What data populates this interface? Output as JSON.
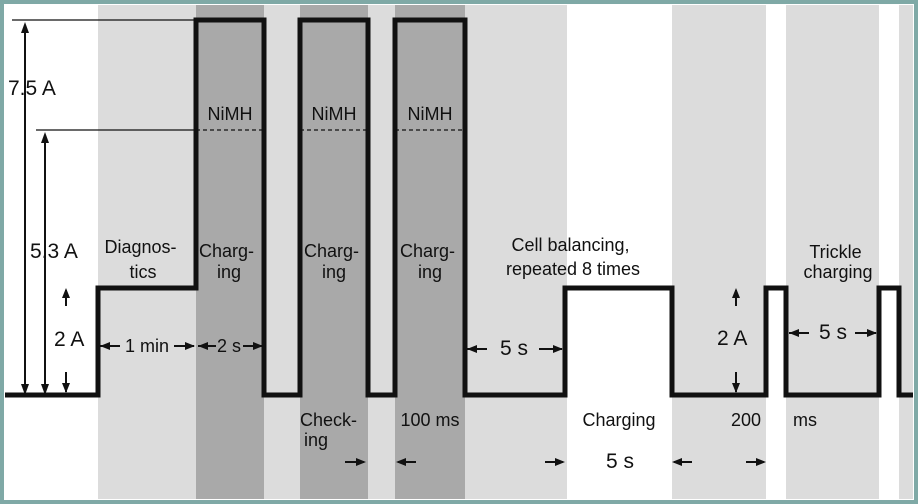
{
  "colors": {
    "light_band": "#dcdcdc",
    "dark_band": "#a9a9a9",
    "frame": "#7fa9a6",
    "waveform": "#111111",
    "background": "#ffffff"
  },
  "levels": {
    "peak_current": "7.5 A",
    "nimh_current": "5.3 A",
    "base_current": "2 A",
    "base_current_right": "2 A"
  },
  "phases": {
    "diagnostics": [
      "Diagnos-",
      "tics"
    ],
    "charging_1": [
      "Charg-",
      "ing"
    ],
    "charging_2": [
      "Charg-",
      "ing"
    ],
    "charging_3": [
      "Charg-",
      "ing"
    ],
    "nimh_1": "NiMH",
    "nimh_2": "NiMH",
    "nimh_3": "NiMH",
    "cell_balancing": [
      "Cell balancing,",
      "repeated 8 times"
    ],
    "trickle": [
      "Trickle",
      "charging"
    ]
  },
  "durations": {
    "diagnostics": "1 min",
    "charging": "2 s",
    "balancing_gap": "5 s",
    "trickle_gap": "5 s"
  },
  "bottom": {
    "checking": [
      "Check-",
      "ing"
    ],
    "pulse_gap": "100 ms",
    "balancing_charge": "Charging",
    "balancing_charge_time": "5 s",
    "trickle_pulse_a": "200",
    "trickle_pulse_b": "ms"
  }
}
